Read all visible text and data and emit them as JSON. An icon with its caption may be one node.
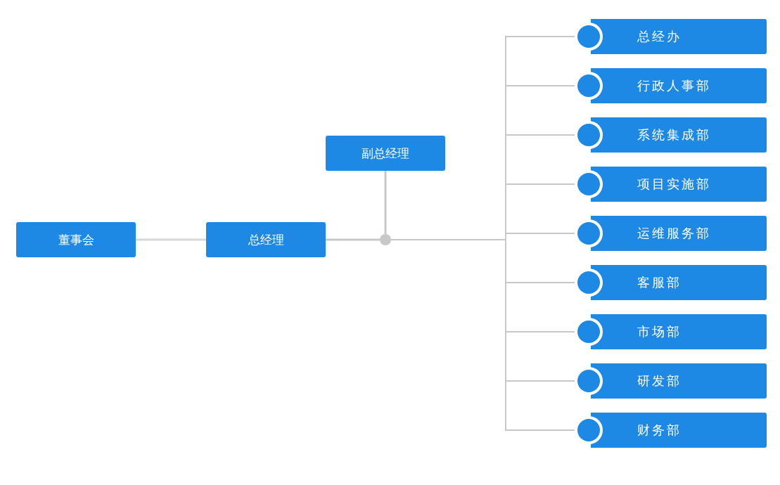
{
  "diagram": {
    "nodes": [
      {
        "text": [
          "董事会"
        ]
      },
      {
        "text": [
          "总经理"
        ]
      },
      {
        "text": [
          "副总经理"
        ]
      },
      {
        "text": [],
        "shape": "circle"
      },
      {
        "text": [
          "总经办"
        ]
      },
      {
        "text": [
          "行政人事部"
        ]
      },
      {
        "text": [
          "系统集成部"
        ]
      },
      {
        "text": [
          "项目实施部"
        ]
      },
      {
        "text": [
          "运维服务部"
        ]
      },
      {
        "text": [
          "客服部"
        ]
      },
      {
        "text": [
          "市场部"
        ]
      },
      {
        "text": [
          "研发部"
        ]
      },
      {
        "text": [
          "财务部"
        ]
      }
    ],
    "edges": [
      {
        "from": 0,
        "to": 1,
        "arrow": "none"
      },
      {
        "from": 1,
        "to": 3,
        "arrow": "none"
      },
      {
        "from": 2,
        "to": 3,
        "arrow": "none"
      },
      {
        "from": 3,
        "to": 4,
        "arrow": "none"
      },
      {
        "from": 3,
        "to": 5,
        "arrow": "none"
      },
      {
        "from": 3,
        "to": 6,
        "arrow": "none"
      },
      {
        "from": 3,
        "to": 7,
        "arrow": "none"
      },
      {
        "from": 3,
        "to": 8,
        "arrow": "none"
      },
      {
        "from": 3,
        "to": 9,
        "arrow": "none"
      },
      {
        "from": 3,
        "to": 10,
        "arrow": "none"
      },
      {
        "from": 3,
        "to": 11,
        "arrow": "none"
      },
      {
        "from": 3,
        "to": 12,
        "arrow": "none"
      }
    ]
  }
}
